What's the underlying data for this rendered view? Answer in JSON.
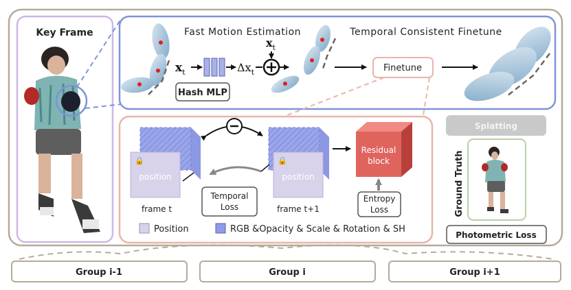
{
  "key_frame": {
    "title": "Key Frame"
  },
  "fast_motion": {
    "title": "Fast Motion Estimation",
    "input_var": "x",
    "input_sub": "t",
    "hash_mlp": "Hash MLP",
    "delta_var": "Δx",
    "delta_sub": "t",
    "add_var": "x",
    "add_sub": "t"
  },
  "finetune_section": {
    "title": "Temporal Consistent Finetune",
    "finetune_button": "Finetune"
  },
  "detail": {
    "cube_left_label": "position",
    "cube_right_label": "position",
    "frame_left": "frame t",
    "frame_right": "frame t+1",
    "temporal_loss": [
      "Temporal",
      "Loss"
    ],
    "residual_block": [
      "Residual",
      "block"
    ],
    "entropy_loss": [
      "Entropy",
      "Loss"
    ],
    "minus_symbol": "−"
  },
  "legend": {
    "position": "Position",
    "attributes": "RGB &Opacity & Scale & Rotation & SH",
    "colors": {
      "position": "#d8d2ea",
      "attributes": "#8e9be6"
    }
  },
  "right_panel": {
    "splatting": "Splatting",
    "ground_truth": "Ground Truth",
    "photometric_loss": "Photometric Loss"
  },
  "groups": [
    "Group i-1",
    "Group i",
    "Group i+1"
  ],
  "colors": {
    "outer_border": "#b5aa99",
    "blue_border": "#7f93d8",
    "pink_border": "#e8b5a8",
    "lavender_border": "#cdb8e6",
    "residual": "#e0645e",
    "splatting_bg": "#c9c9c9"
  }
}
